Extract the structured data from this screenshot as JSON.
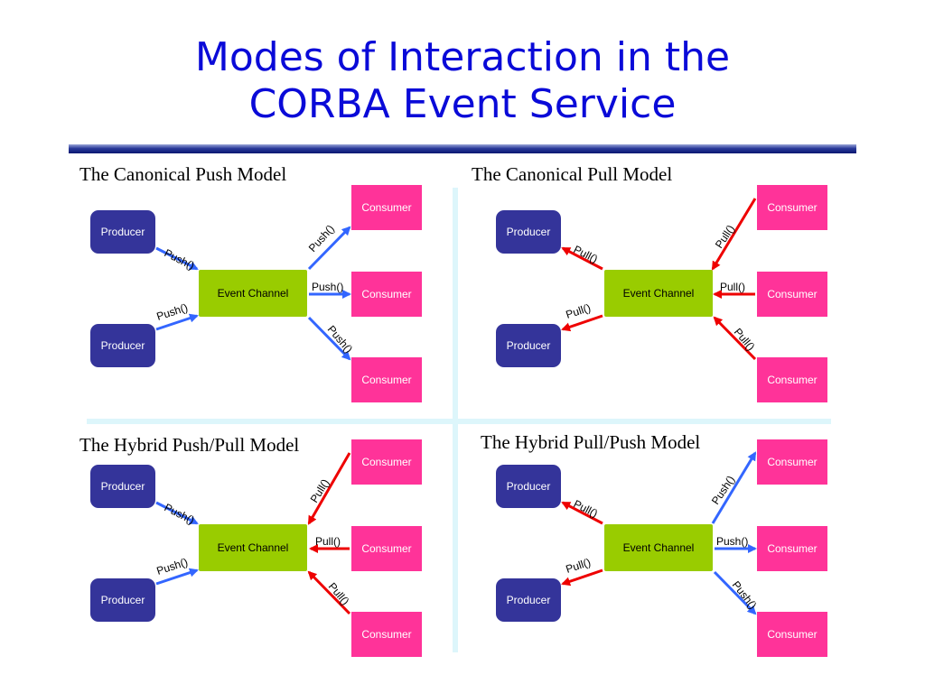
{
  "title": {
    "line1": "Modes of Interaction in the",
    "line2": "CORBA Event Service"
  },
  "colors": {
    "push": "#3366ff",
    "pull": "#ee0000",
    "producer": "#34349a",
    "channel": "#99cc00",
    "consumer": "#ff3399",
    "title": "#0a0ad8"
  },
  "quadrants": [
    {
      "label": "The Canonical Push Model",
      "producers": [
        "Producer",
        "Producer"
      ],
      "channel": "Event Channel",
      "consumers": [
        "Consumer",
        "Consumer",
        "Consumer"
      ],
      "producer_arrow_labels": [
        "Push()",
        "Push()"
      ],
      "consumer_arrow_labels": [
        "Push()",
        "Push()",
        "Push()"
      ]
    },
    {
      "label": "The Canonical Pull Model",
      "producers": [
        "Producer",
        "Producer"
      ],
      "channel": "Event Channel",
      "consumers": [
        "Consumer",
        "Consumer",
        "Consumer"
      ],
      "producer_arrow_labels": [
        "Pull()",
        "Pull()"
      ],
      "consumer_arrow_labels": [
        "Pull()",
        "Pull()",
        "Pull()"
      ]
    },
    {
      "label": "The Hybrid Push/Pull Model",
      "producers": [
        "Producer",
        "Producer"
      ],
      "channel": "Event Channel",
      "consumers": [
        "Consumer",
        "Consumer",
        "Consumer"
      ],
      "producer_arrow_labels": [
        "Push()",
        "Push()"
      ],
      "consumer_arrow_labels": [
        "Pull()",
        "Pull()",
        "Pull()"
      ]
    },
    {
      "label": "The Hybrid Pull/Push Model",
      "producers": [
        "Producer",
        "Producer"
      ],
      "channel": "Event Channel",
      "consumers": [
        "Consumer",
        "Consumer",
        "Consumer"
      ],
      "producer_arrow_labels": [
        "Pull()",
        "Pull()"
      ],
      "consumer_arrow_labels": [
        "Push()",
        "Push()",
        "Push()"
      ]
    }
  ]
}
